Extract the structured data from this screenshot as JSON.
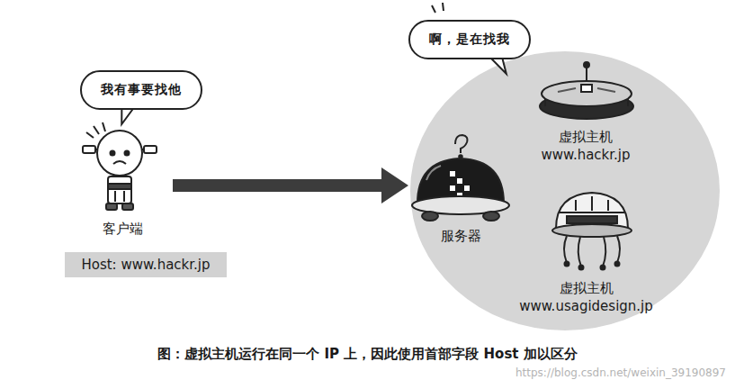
{
  "diagram": {
    "caption": "图：虚拟主机运行在同一个 IP 上，因此使用首部字段 Host 加以区分",
    "nodes": [
      {
        "text": [
          "我有事要找他"
        ]
      },
      {
        "text": [
          "客户端"
        ]
      },
      {
        "text": [
          "Host: www.hackr.jp"
        ]
      },
      {
        "text": [
          "啊，是在找我"
        ]
      },
      {
        "text": [
          "服务器"
        ]
      },
      {
        "text": [
          "虚拟主机",
          "www.hackr.jp"
        ]
      },
      {
        "text": [
          "虚拟主机",
          "www.usagidesign.jp"
        ]
      }
    ],
    "edges": [
      {
        "from": 1,
        "to": 4,
        "arrow": "to"
      }
    ],
    "labels": [
      "https://blog.csdn.net/weixin_39190897"
    ]
  }
}
